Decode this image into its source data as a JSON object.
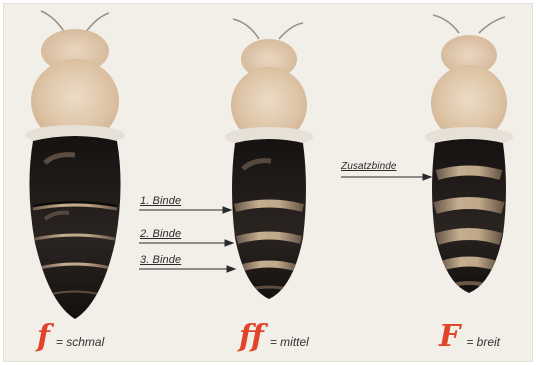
{
  "colors": {
    "background": "#f2efe9",
    "thorax": "#ddc3a6",
    "abdomen": "#1e1a18",
    "band": "#b49c80",
    "accent_red": "#e0452c"
  },
  "figures": [
    {
      "symbol": "f",
      "caption": "= schmal",
      "band_width": "narrow"
    },
    {
      "symbol": "ff",
      "caption": "= mittel",
      "band_width": "medium",
      "annotations": [
        "1. Binde",
        "2. Binde",
        "3. Binde"
      ]
    },
    {
      "symbol": "F",
      "caption": "= breit",
      "band_width": "wide",
      "annotations": [
        "Zusatzbinde"
      ]
    }
  ]
}
